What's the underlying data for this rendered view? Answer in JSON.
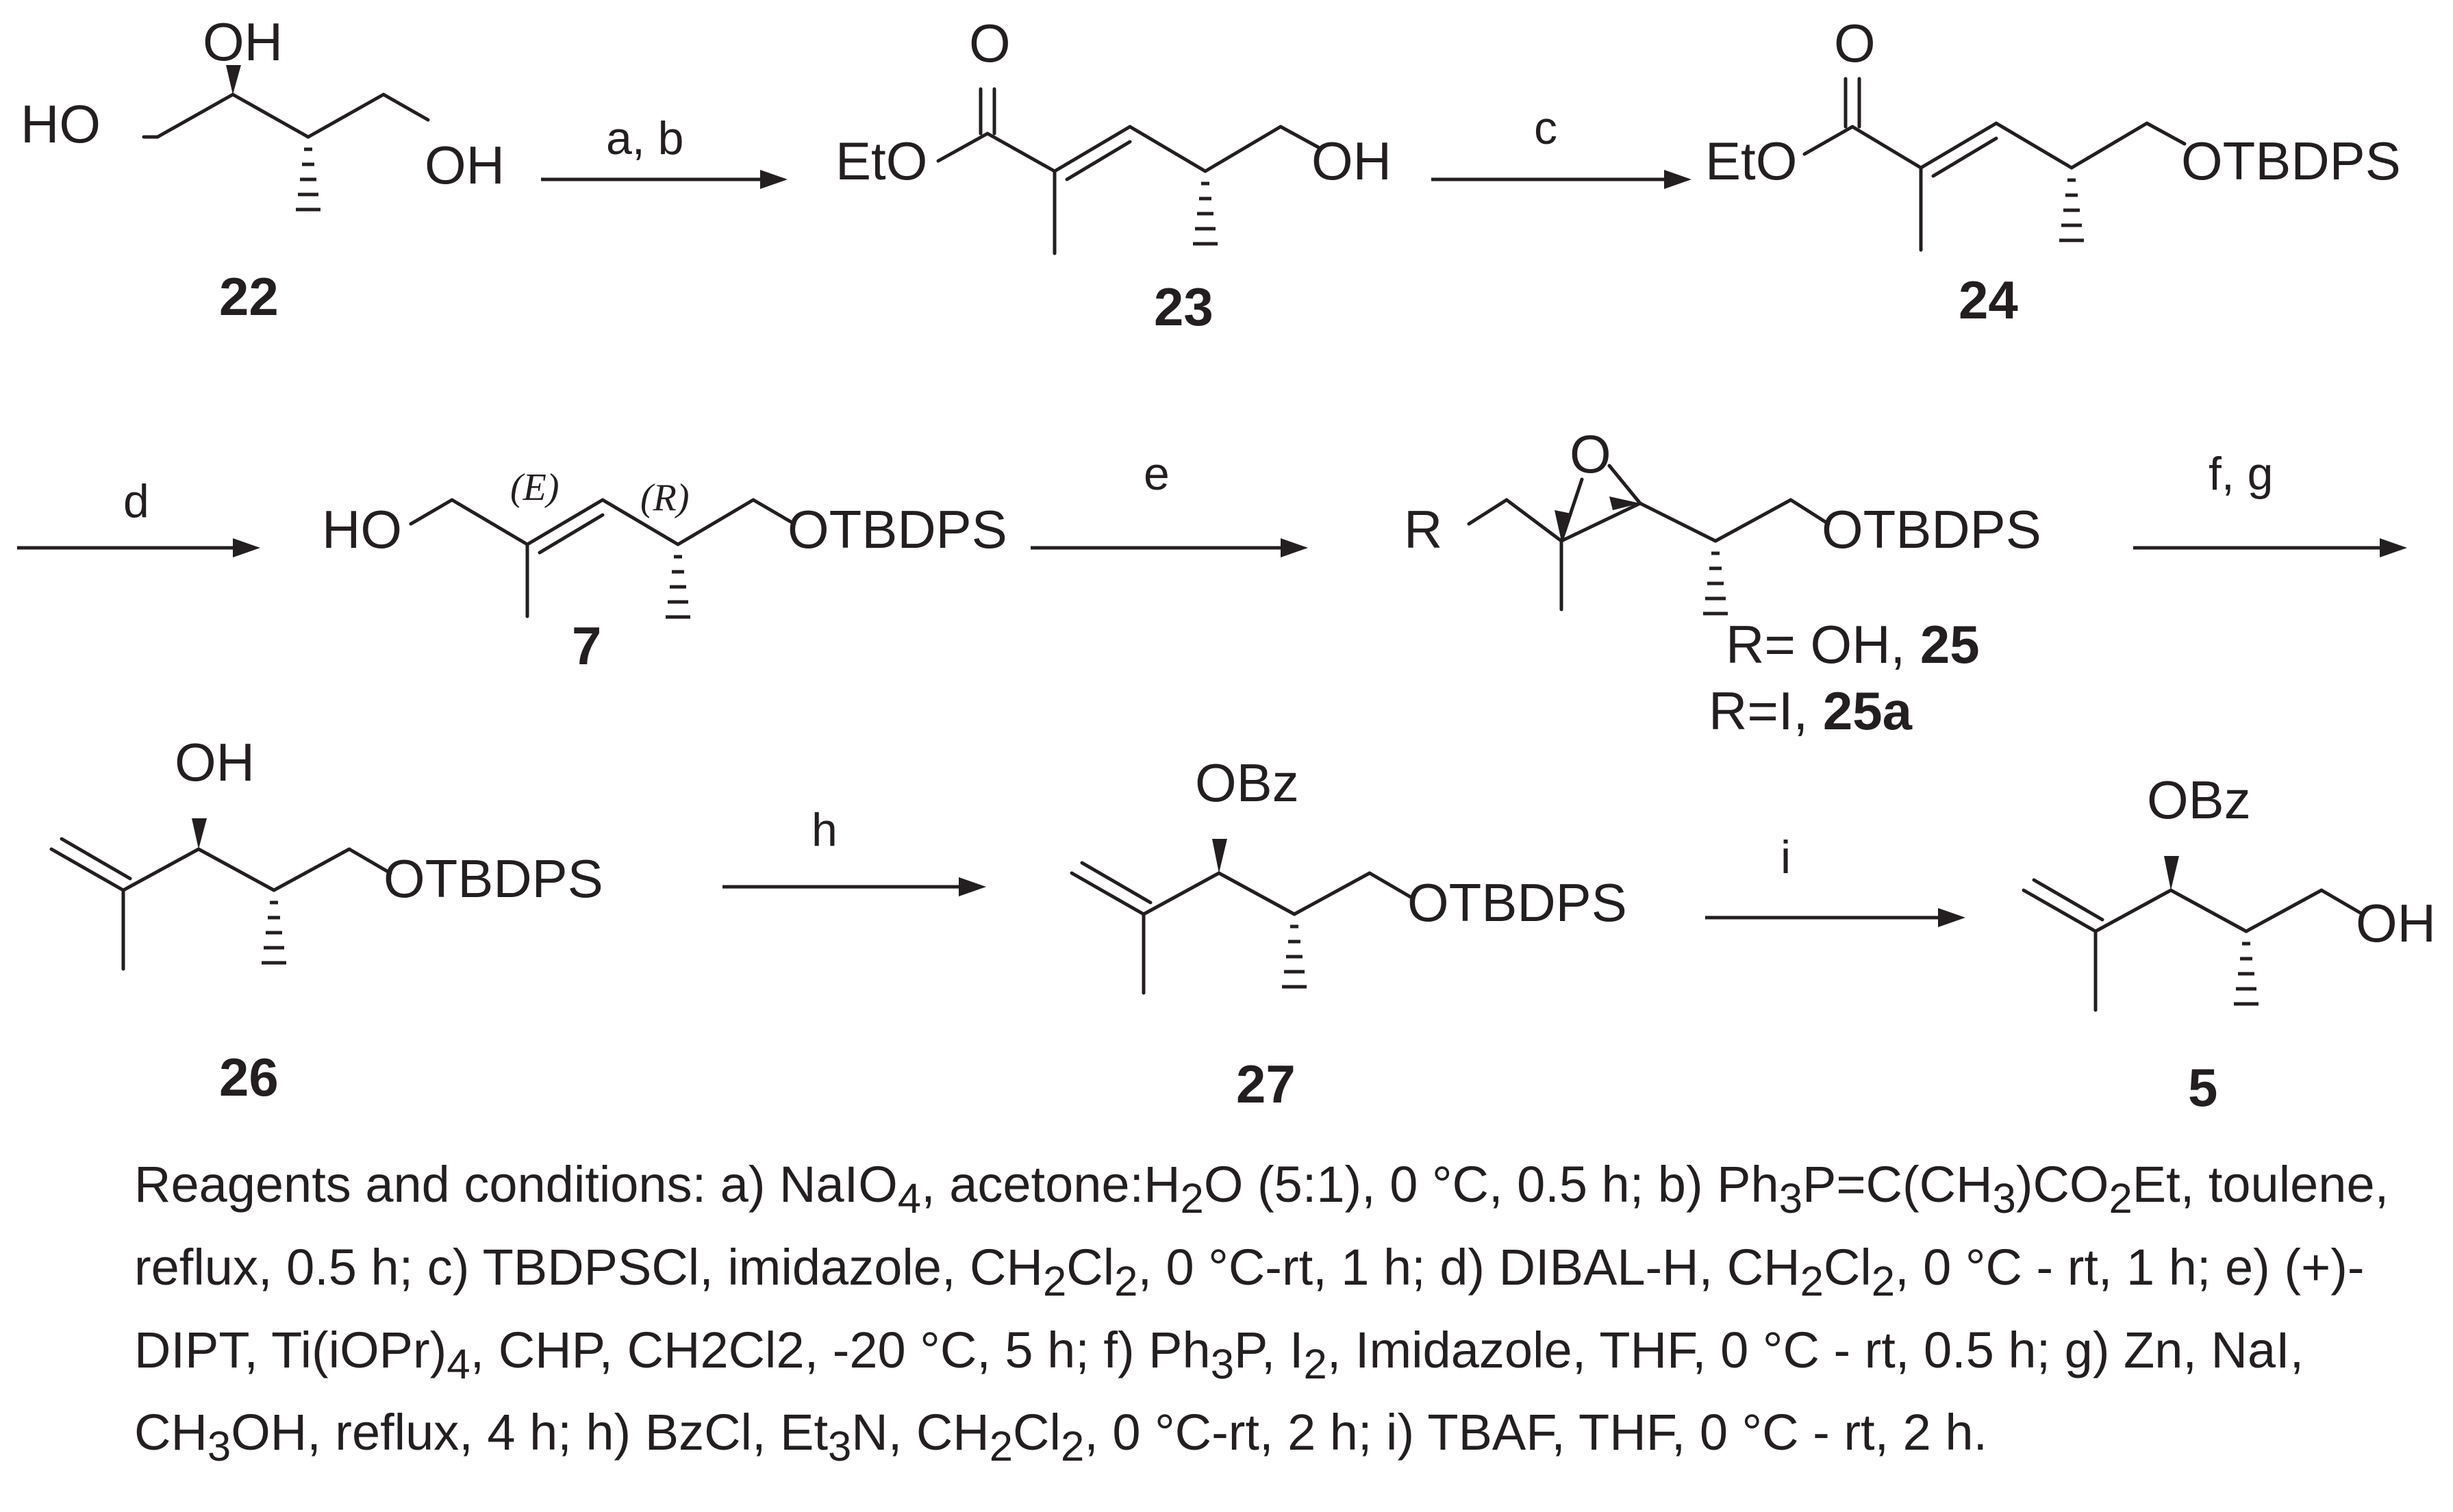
{
  "compounds": {
    "c22": {
      "number": "22",
      "labels": {
        "oh_top": "OH",
        "ho_left": "HO",
        "oh_right": "OH"
      }
    },
    "c23": {
      "number": "23",
      "labels": {
        "o": "O",
        "eto": "EtO",
        "oh": "OH"
      }
    },
    "c24": {
      "number": "24",
      "labels": {
        "o": "O",
        "eto": "EtO",
        "otbdps": "OTBDPS"
      }
    },
    "c7": {
      "number": "7",
      "labels": {
        "ho": "HO",
        "otbdps": "OTBDPS",
        "e": "(E)",
        "r": "(R)"
      }
    },
    "c25": {
      "labels": {
        "r": "R",
        "o": "O",
        "otbdps": "OTBDPS"
      },
      "def1": "R= OH, ",
      "num1": "25",
      "def2": "R=I, ",
      "num2": "25a"
    },
    "c26": {
      "number": "26",
      "labels": {
        "oh": "OH",
        "otbdps": "OTBDPS"
      }
    },
    "c27": {
      "number": "27",
      "labels": {
        "obz": "OBz",
        "otbdps": "OTBDPS"
      }
    },
    "c5": {
      "number": "5",
      "labels": {
        "obz": "OBz",
        "oh": "OH"
      }
    }
  },
  "arrows": {
    "a1": "a, b",
    "a2": "c",
    "a3": "d",
    "a4": "e",
    "a5": "f, g",
    "a6": "h",
    "a7": "i"
  },
  "footnote": {
    "p1": "Reagents and conditions: a) NaIO",
    "s1": "4",
    "p2": ", acetone:H",
    "s2": "2",
    "p3": "O (5:1), 0 °C, 0.5 h; b) Ph",
    "s3": "3",
    "p4": "P=C(CH",
    "s4": "3",
    "p5": ")CO",
    "s5": "2",
    "p6": "Et, toulene, reflux, 0.5 h; c) TBDPSCl, imidazole, CH",
    "s6": "2",
    "p7": "Cl",
    "s7": "2",
    "p8": ", 0 °C-rt, 1 h; d) DIBAL-H, CH",
    "s8": "2",
    "p9": "Cl",
    "s9": "2",
    "p10": ", 0 °C - rt, 1 h; e) (+)-DIPT, Ti(iOPr)",
    "s10": "4",
    "p11": ",  CHP, CH2Cl2, -20 °C, 5 h; f) Ph",
    "s11": "3",
    "p12": "P, I",
    "s12": "2",
    "p13": ", Imidazole, THF, 0 °C - rt, 0.5 h; g) Zn, NaI, CH",
    "s13": "3",
    "p14": "OH, reflux, 4 h; h) BzCl, Et",
    "s14": "3",
    "p15": "N, CH",
    "s15": "2",
    "p16": "Cl",
    "s16": "2",
    "p17": ", 0 °C-rt, 2 h; i) TBAF, THF, 0 °C - rt, 2 h."
  }
}
